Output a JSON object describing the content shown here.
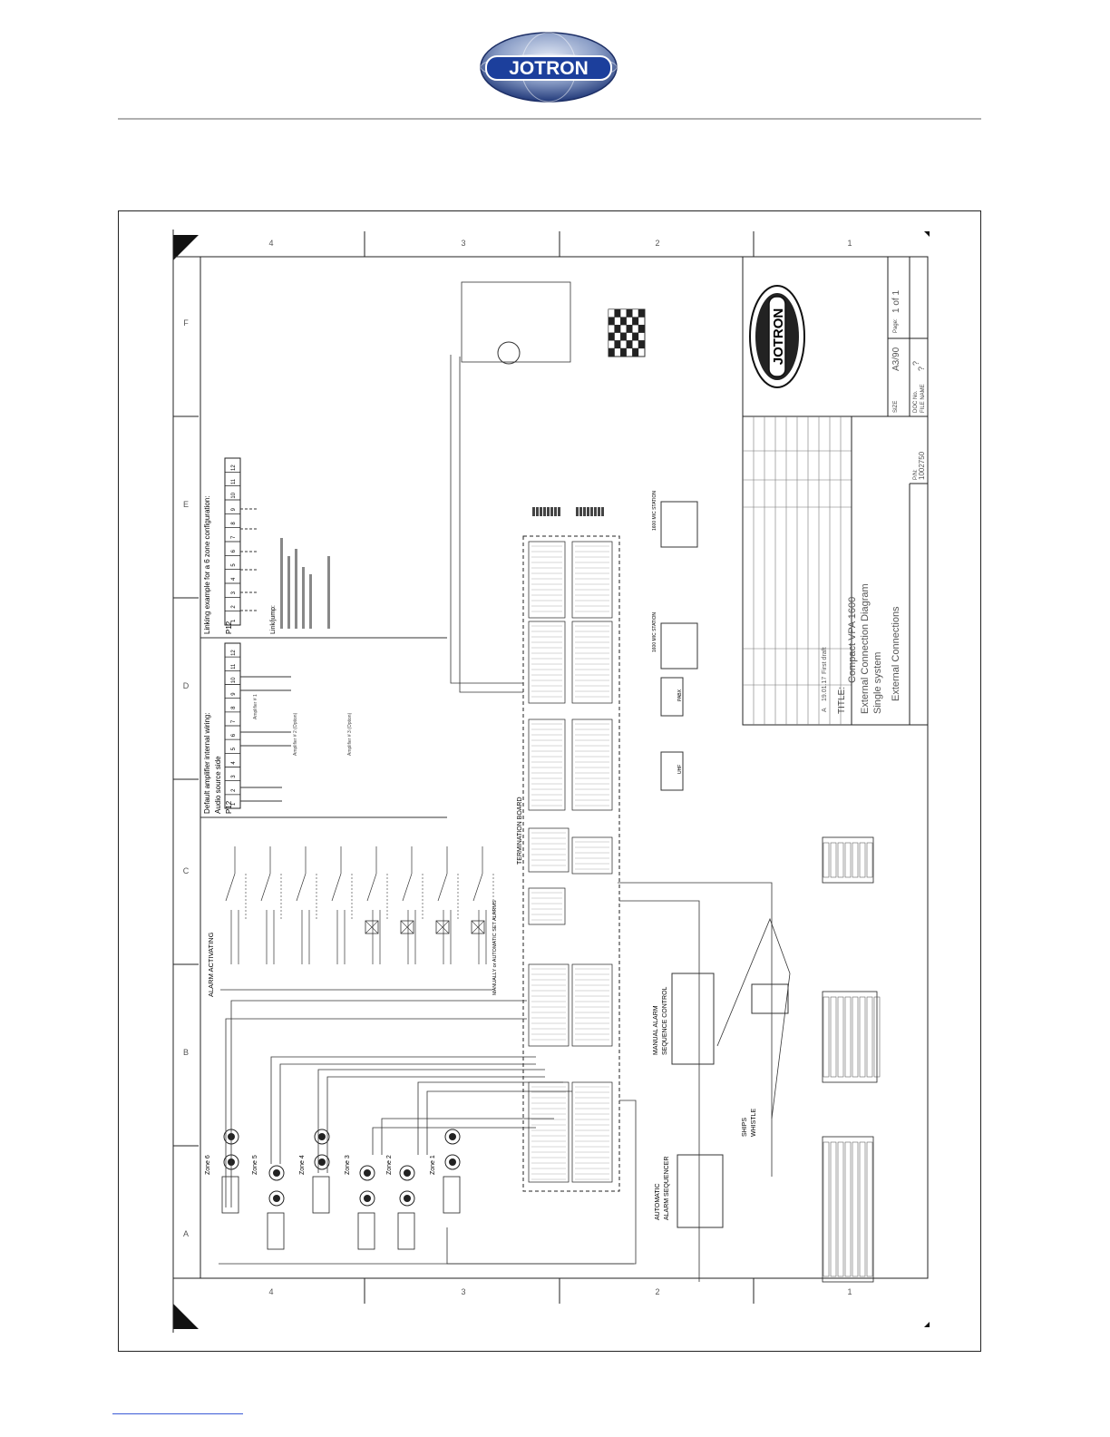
{
  "header": {
    "logo_text": "JOTRON"
  },
  "drawing": {
    "grid_columns": [
      "4",
      "3",
      "2",
      "1"
    ],
    "grid_rows": [
      "F",
      "E",
      "D",
      "C",
      "B",
      "A"
    ],
    "config_default_title": "Default amplifier internal wiring:",
    "config_default_sub": "Audio source side",
    "config_link_title": "Linking example for a 6 zone configuration:",
    "plug_label": "P12",
    "pins": [
      "1",
      "2",
      "3",
      "4",
      "5",
      "6",
      "7",
      "8",
      "9",
      "10",
      "11",
      "12"
    ],
    "amp_labels": [
      "Amplifier # 1",
      "Amplifier # 2 (Option)",
      "Amplifier # 3 (Option)"
    ],
    "link_jump": "Link/jump:",
    "alarm_activating": "ALARM ACTIVATING",
    "manual_auto": "MANUALLY or AUTOMATIC SET ALARMS",
    "termination_board": "TERMINATION BOARD",
    "manual_seq": "MANUAL ALARM\nSEQUENCE CONTROL",
    "manual_seq_lines": [
      "MANUAL ALARM",
      "SEQUENCE CONTROL"
    ],
    "auto_seq_lines": [
      "AUTOMATIC",
      "ALARM SEQUENCER"
    ],
    "ships_whistle_lines": [
      "SHIPS",
      "WHISTLE"
    ],
    "zones": [
      "Zone 6",
      "Zone 5",
      "Zone 4",
      "Zone 3",
      "Zone 2",
      "Zone 1"
    ],
    "mic_station_1": "1600 MIC STATION",
    "mic_station_2": "1600 MIC STATION",
    "pabx": "PABX",
    "uhf": "UHF"
  },
  "title_block": {
    "title_label": "TITLE:",
    "title_lines": [
      "Compact VPA 1600",
      "External Connection Diagram",
      "Single system",
      "External Connections"
    ],
    "rev_row": [
      "A",
      "19.01.17",
      "First draft"
    ],
    "size_label": "SIZE",
    "size_value": "A3/90",
    "page_label": "Page:",
    "page_value": "1 of 1",
    "doc_no_label": "DOC No.",
    "doc_no_value": "?",
    "file_name_label": "FILE NAME",
    "file_name_value": "?",
    "pn_label": "P/N:",
    "pn_value": "1002750",
    "logo_text": "JOTRON"
  }
}
